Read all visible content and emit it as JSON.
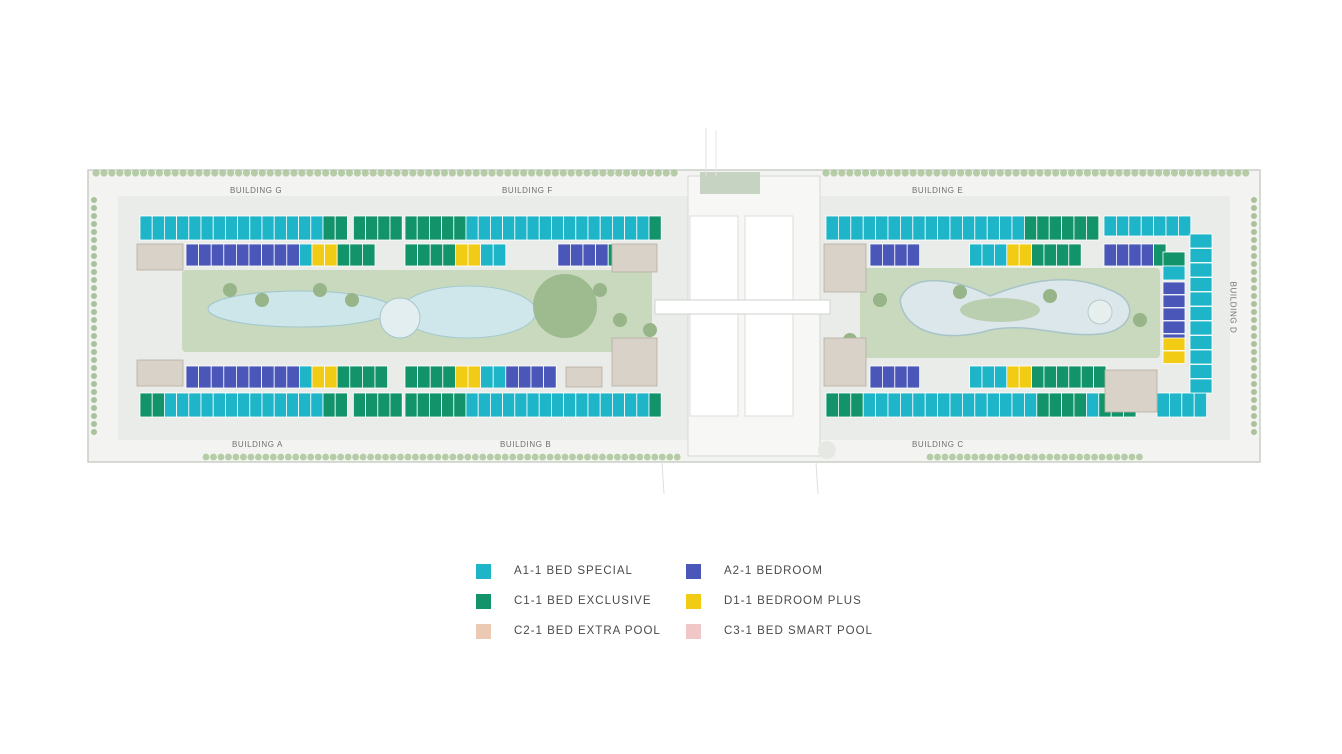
{
  "buildings": {
    "g": "BUILDING G",
    "f": "BUILDING F",
    "e": "BUILDING E",
    "d": "BUILDING D",
    "a": "BUILDING A",
    "b": "BUILDING B",
    "c": "BUILDING C"
  },
  "legend": [
    {
      "code": "A1-1 BED SPECIAL",
      "color": "#1fb5c9"
    },
    {
      "code": "A2-1 BEDROOM",
      "color": "#4a56b8"
    },
    {
      "code": "C1-1 BED EXCLUSIVE",
      "color": "#13936a"
    },
    {
      "code": "D1-1 BEDROOM PLUS",
      "color": "#f2cb14"
    },
    {
      "code": "C2-1 BED EXTRA POOL",
      "color": "#ecc9b3"
    },
    {
      "code": "C3-1 BED SMART POOL",
      "color": "#f0c6c6"
    }
  ],
  "colors": {
    "a1": "#1fb5c9",
    "a2": "#4a56b8",
    "c1": "#13936a",
    "d1": "#f2cb14",
    "site": "#eef0ee",
    "green": "#a9c49a",
    "pool": "#cfe6ea"
  }
}
